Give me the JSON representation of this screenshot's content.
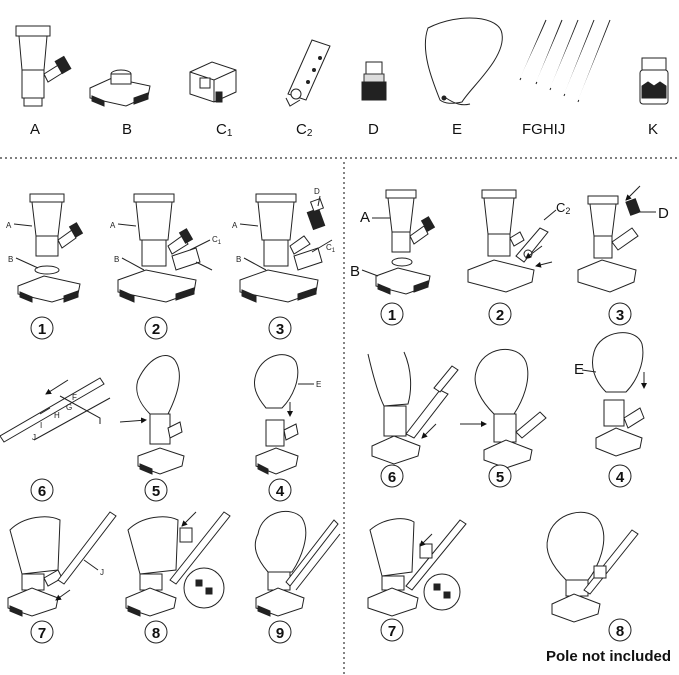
{
  "parts": [
    {
      "id": "A",
      "label": "A"
    },
    {
      "id": "B",
      "label": "B"
    },
    {
      "id": "C1",
      "label": "C",
      "sub": "1"
    },
    {
      "id": "C2",
      "label": "C",
      "sub": "2"
    },
    {
      "id": "D",
      "label": "D"
    },
    {
      "id": "E",
      "label": "E"
    },
    {
      "id": "FGHIJ",
      "label": "FGHIJ"
    },
    {
      "id": "K",
      "label": "K"
    }
  ],
  "left_panel": {
    "callouts": {
      "A": "A",
      "B": "B",
      "C1": "C",
      "C1_sub": "1",
      "D": "D",
      "E": "E",
      "F": "F",
      "G": "G",
      "H": "H",
      "I": "I",
      "J": "J"
    },
    "steps": [
      "1",
      "2",
      "3",
      "6",
      "5",
      "4",
      "7",
      "8",
      "9"
    ]
  },
  "right_panel": {
    "callouts": {
      "A": "A",
      "B": "B",
      "C2": "C",
      "C2_sub": "2",
      "D": "D",
      "E": "E"
    },
    "steps": [
      "1",
      "2",
      "3",
      "6",
      "5",
      "4",
      "7",
      "8"
    ]
  },
  "footer_note": "Pole not included"
}
